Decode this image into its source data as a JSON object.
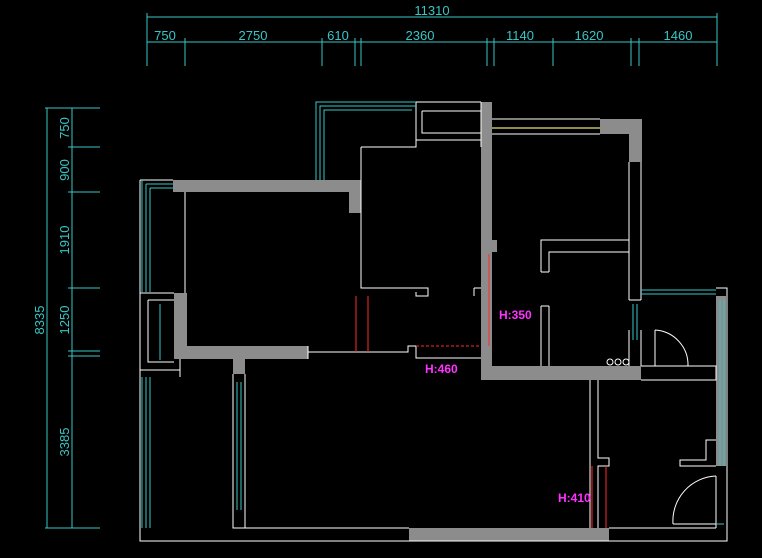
{
  "colors": {
    "background": "#000000",
    "wall": "#8c8c8c",
    "line": "#ffffff",
    "dimension": "#39c6c6",
    "height_label": "#ff33ff",
    "opening": "#ff2a2a"
  },
  "dimensions": {
    "top_total": "11310",
    "top": [
      "750",
      "2750",
      "610",
      "2360",
      "1140",
      "1620",
      "1460"
    ],
    "left_total": "8335",
    "left": [
      "750",
      "900",
      "1910",
      "1250",
      "3385"
    ]
  },
  "heights": {
    "h1": "H:350",
    "h2": "H:460",
    "h3": "H:410"
  }
}
